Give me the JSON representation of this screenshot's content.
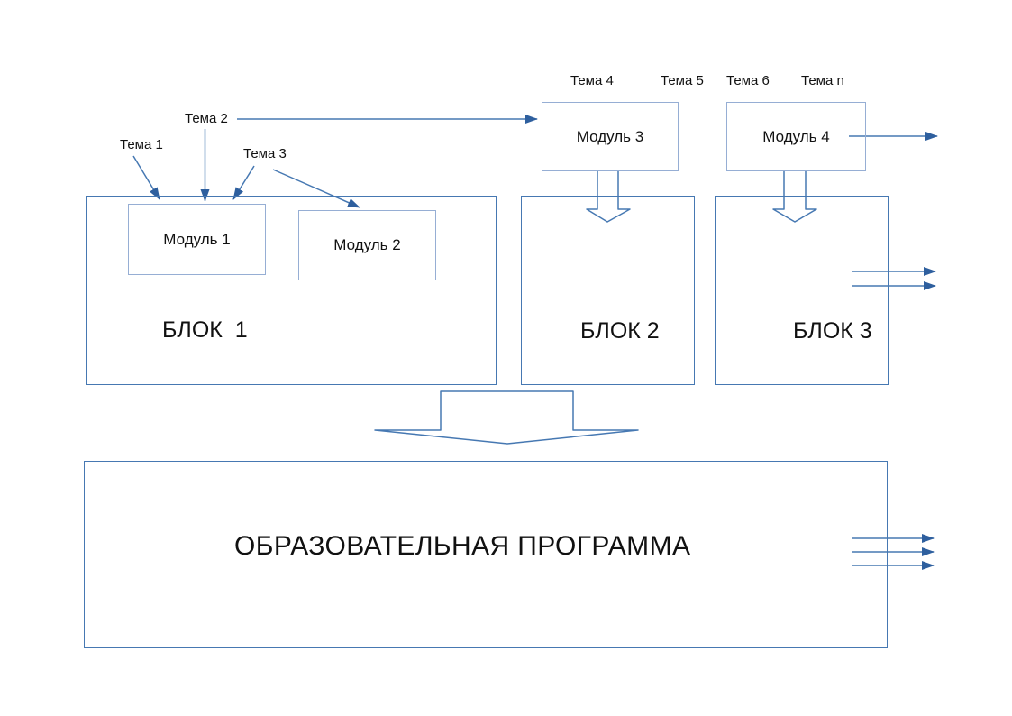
{
  "diagram": {
    "topics": [
      {
        "label": "Тема 1"
      },
      {
        "label": "Тема 2"
      },
      {
        "label": "Тема 3"
      },
      {
        "label": "Тема 4"
      },
      {
        "label": "Тема 5"
      },
      {
        "label": "Тема 6"
      },
      {
        "label": "Тема n"
      }
    ],
    "modules": [
      {
        "label": "Модуль 1"
      },
      {
        "label": "Модуль 2"
      },
      {
        "label": "Модуль 3"
      },
      {
        "label": "Модуль 4"
      }
    ],
    "blocks": [
      {
        "label": "БЛОК  1"
      },
      {
        "label": "БЛОК 2"
      },
      {
        "label": "БЛОК 3"
      }
    ],
    "program": {
      "label": "ОБРАЗОВАТЕЛЬНАЯ ПРОГРАММА"
    },
    "colors": {
      "connector_line": "#4678b2",
      "arrowhead": "#2e5f9e",
      "module_border": "#96aed4",
      "block_border": "#4678b2",
      "background": "#ffffff",
      "text": "#111111"
    }
  }
}
